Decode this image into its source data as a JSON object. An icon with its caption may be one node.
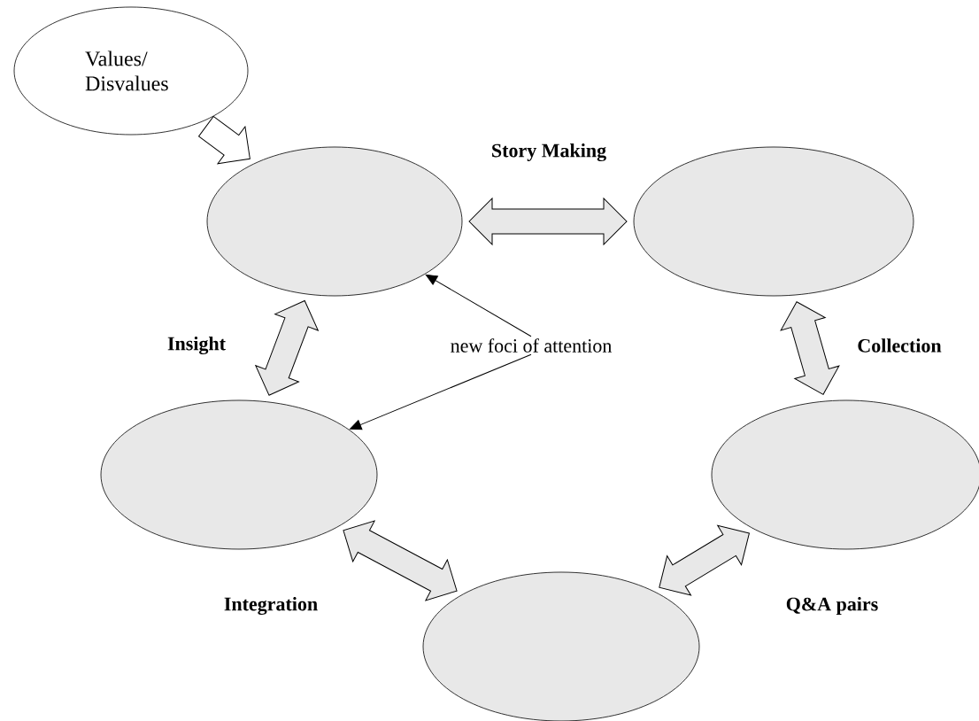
{
  "diagram": {
    "nodes": [
      {
        "text": [
          "Values/ Disvalues"
        ]
      },
      {
        "text": [],
        "shape": "ellipse"
      },
      {
        "text": [],
        "shape": "ellipse"
      },
      {
        "text": [],
        "shape": "ellipse"
      },
      {
        "text": [],
        "shape": "ellipse"
      },
      {
        "text": [],
        "shape": "ellipse"
      },
      {
        "text": [
          "new foci of attention"
        ]
      }
    ],
    "edges": [
      {
        "from": 0,
        "to": 1,
        "arrow": "to",
        "style": "thick"
      },
      {
        "from": 1,
        "to": 2,
        "arrow": "both",
        "style": "thick",
        "label": "Story Making"
      },
      {
        "from": 2,
        "to": 4,
        "arrow": "both",
        "style": "thick",
        "label": "Collection"
      },
      {
        "from": 4,
        "to": 5,
        "arrow": "both",
        "style": "thick",
        "label": "Q&A pairs"
      },
      {
        "from": 5,
        "to": 3,
        "arrow": "both",
        "style": "thick",
        "label": "Integration"
      },
      {
        "from": 3,
        "to": 1,
        "arrow": "both",
        "style": "thick",
        "label": "Insight"
      },
      {
        "from": 6,
        "to": 1,
        "arrow": "to"
      },
      {
        "from": 6,
        "to": 3,
        "arrow": "to"
      }
    ]
  }
}
